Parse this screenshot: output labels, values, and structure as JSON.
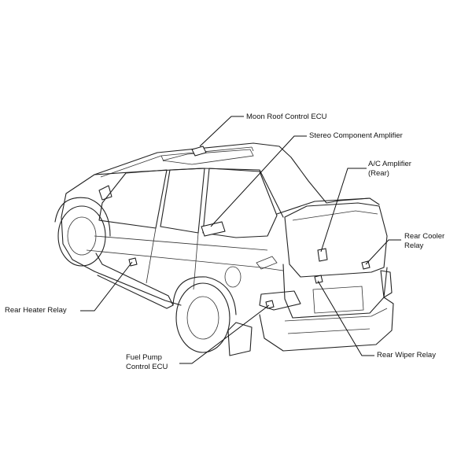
{
  "labels": {
    "moon_roof": "Moon Roof Control ECU",
    "stereo_amp": "Stereo Component Amplifier",
    "ac_amp_line1": "A/C Amplifier",
    "ac_amp_line2": "(Rear)",
    "rear_cooler_line1": "Rear Cooler",
    "rear_cooler_line2": "Relay",
    "rear_heater": "Rear Heater Relay",
    "fuel_pump_line1": "Fuel Pump",
    "fuel_pump_line2": "Control ECU",
    "rear_wiper": "Rear Wiper Relay"
  },
  "colors": {
    "line": "#222222",
    "background": "#ffffff"
  }
}
